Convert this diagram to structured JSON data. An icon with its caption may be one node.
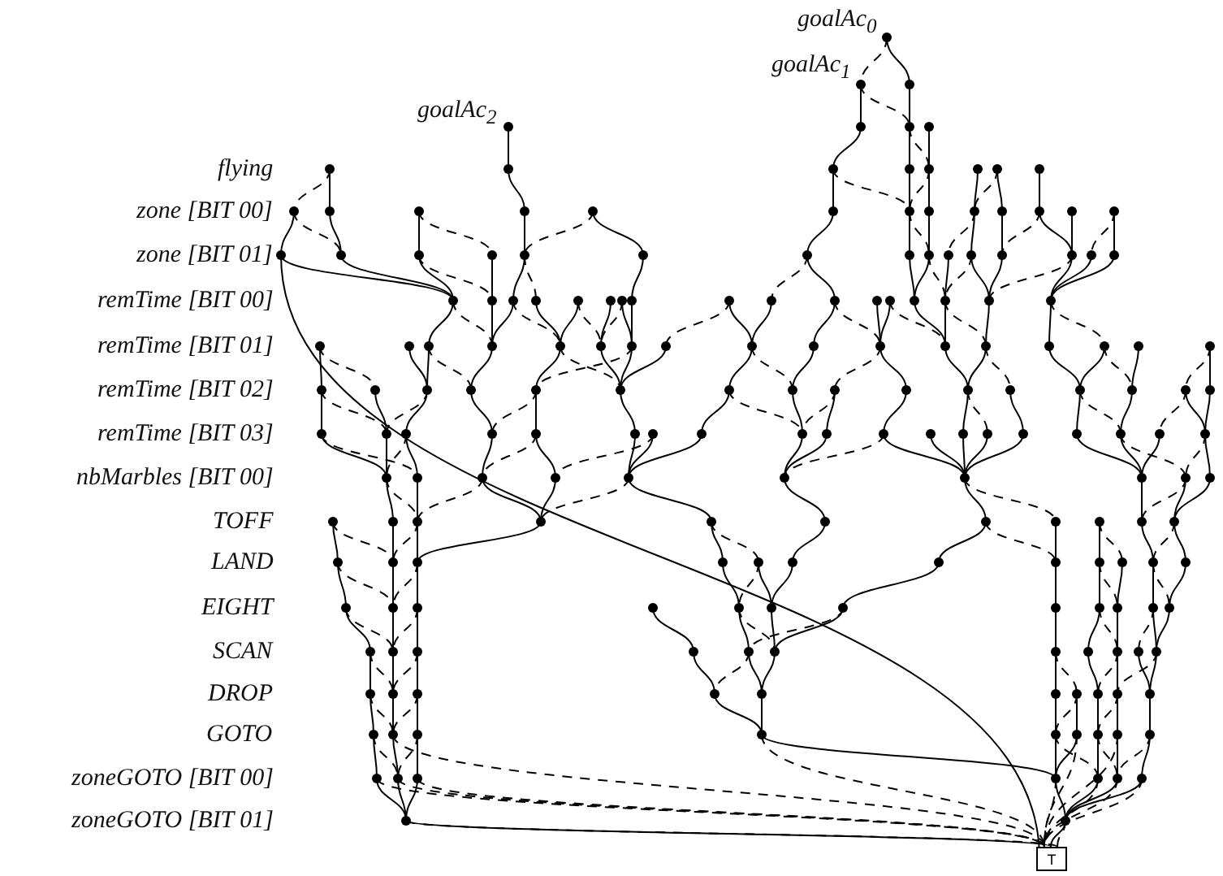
{
  "diagram": {
    "nodes": [
      {
        "text": [
          "T"
        ]
      }
    ],
    "labels": [
      "goalAc$_{0}$",
      "goalAc$_{1}$",
      "goalAc$_{2}$",
      "flying",
      "zone [BIT 00]",
      "zone [BIT 01]",
      "remTime [BIT 00]",
      "remTime [BIT 01]",
      "remTime [BIT 02]",
      "remTime [BIT 03]",
      "nbMarbles [BIT 00]",
      "TOFF",
      "LAND",
      "EIGHT",
      "SCAN",
      "DROP",
      "GOTO",
      "zoneGOTO [BIT 00]",
      "zoneGOTO [BIT 01]"
    ]
  }
}
